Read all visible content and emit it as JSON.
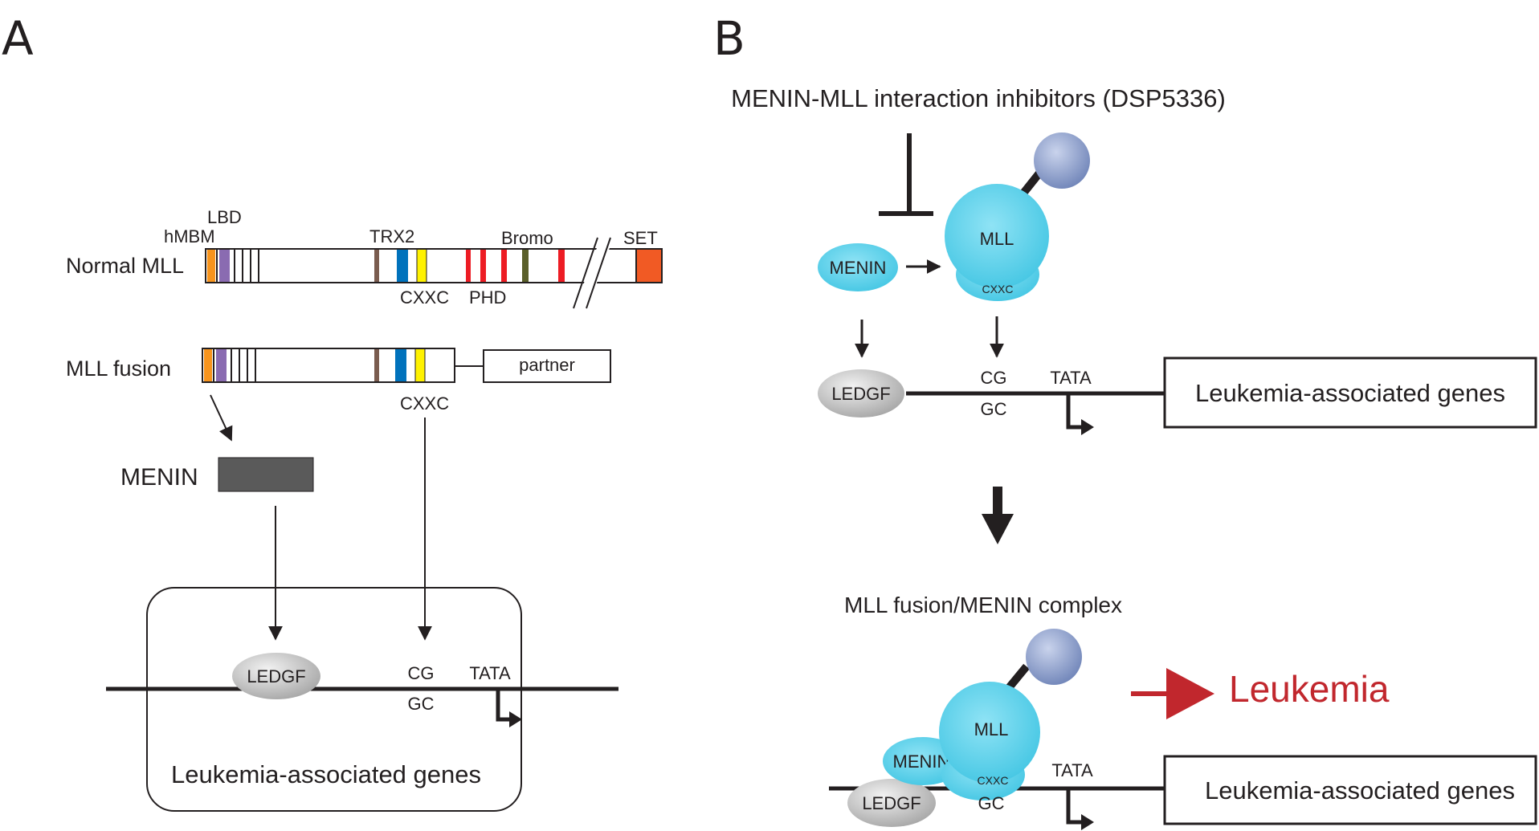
{
  "panel_a": {
    "letter": "A",
    "normal_mll": {
      "label": "Normal MLL",
      "domains": {
        "lbd": "LBD",
        "hmbm": "hMBM",
        "trx2": "TRX2",
        "bromo": "Bromo",
        "set": "SET",
        "cxxc": "CXXC",
        "phd": "PHD"
      }
    },
    "mll_fusion": {
      "label": "MLL fusion",
      "partner": "partner",
      "cxxc": "CXXC"
    },
    "menin": "MENIN",
    "ledgf": "LEDGF",
    "cg": "CG",
    "gc": "GC",
    "tata": "TATA",
    "genes": "Leukemia-associated genes"
  },
  "panel_b": {
    "letter": "B",
    "inhibitor_title": "MENIN-MLL interaction inhibitors (DSP5336)",
    "top": {
      "menin": "MENIN",
      "mll": "MLL",
      "cxxc": "CXXC",
      "ledgf": "LEDGF",
      "cg": "CG",
      "gc": "GC",
      "tata": "TATA",
      "genes": "Leukemia-associated genes"
    },
    "complex_title": "MLL fusion/MENIN complex",
    "bottom": {
      "menin": "MENIN",
      "mll": "MLL",
      "cxxc": "CXXC",
      "ledgf": "LEDGF",
      "gc": "GC",
      "tata": "TATA",
      "genes": "Leukemia-associated genes"
    },
    "outcome": "Leukemia"
  },
  "colors": {
    "orange": "#f7941d",
    "purple": "#8a6bb1",
    "brown": "#7a5c4f",
    "blue": "#0072bc",
    "yellow": "#fff200",
    "red": "#ed1c24",
    "olive": "#5a5f2a",
    "set": "#f15a24",
    "menin_box": "#5a5a5a",
    "cyan": "#5fd0e8",
    "ball": "#8fa3cc",
    "outcome_red": "#c1272d"
  }
}
